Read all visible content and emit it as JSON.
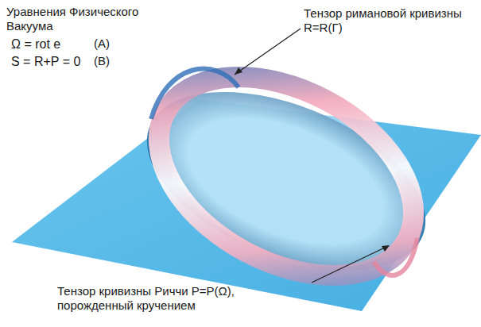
{
  "diagram": {
    "title": "Уравнения Физического Вакуума",
    "labels": [
      "Ω = rot e",
      "(A)",
      "S = R+P = 0",
      "(B)",
      "Тензор римановой кривизны R=R(Γ)",
      "Тензор кривизны Риччи P=P(Ω), порожденный кручением"
    ]
  }
}
